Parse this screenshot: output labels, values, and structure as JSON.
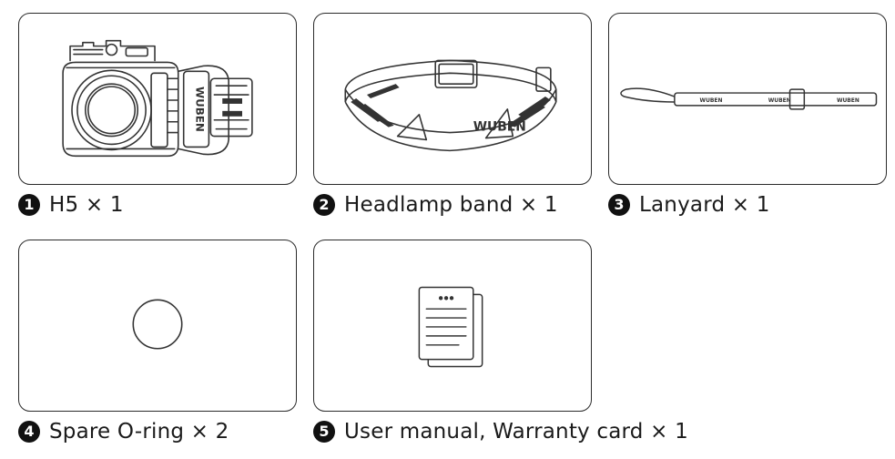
{
  "items": [
    {
      "number": "1",
      "label": "H5 × 1",
      "icon": "headlamp-illustration"
    },
    {
      "number": "2",
      "label": "Headlamp band × 1",
      "icon": "headband-illustration"
    },
    {
      "number": "3",
      "label": "Lanyard × 1",
      "icon": "lanyard-illustration"
    },
    {
      "number": "4",
      "label": "Spare O-ring × 2",
      "icon": "o-ring-illustration"
    },
    {
      "number": "5",
      "label": "User manual, Warranty card × 1",
      "icon": "manual-illustration"
    }
  ],
  "brand": "WUBEN",
  "colors": {
    "stroke": "#2a2a2a",
    "badge": "#111111",
    "background": "#ffffff"
  }
}
